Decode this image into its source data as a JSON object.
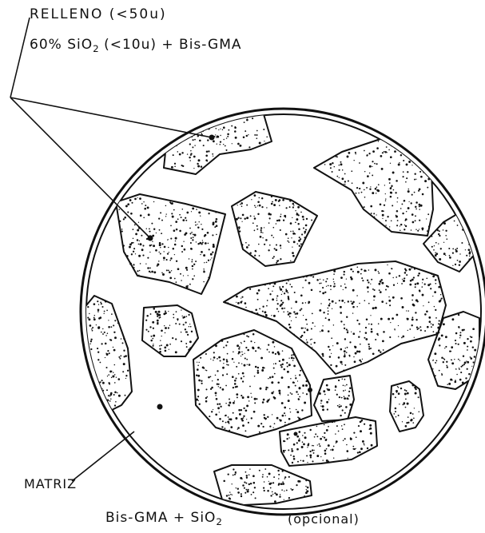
{
  "labels": {
    "relleno_title": "RELLENO (<50u)",
    "relleno_comp_prefix": "60% SiO",
    "relleno_comp_sub": "2",
    "relleno_comp_suffix": "(<10u) + Bis-GMA",
    "matriz_title": "MATRIZ",
    "matriz_comp_prefix": "Bis-GMA + SiO",
    "matriz_comp_sub": "2",
    "matriz_opcional": "(opcional)"
  },
  "colors": {
    "ink": "#111111",
    "background": "#ffffff"
  }
}
